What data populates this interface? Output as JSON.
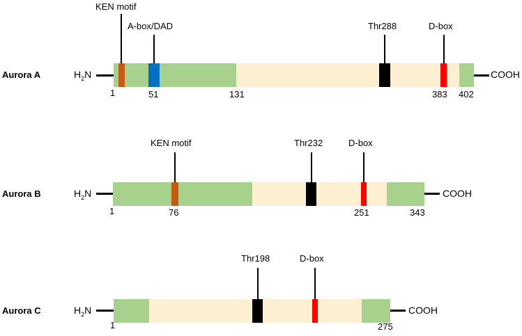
{
  "colors": {
    "terminal_region": "#a9d18e",
    "kinase_domain": "#fdf0d2",
    "ken_motif": "#c55a11",
    "abox_dad": "#0070c0",
    "thr_site": "#000000",
    "d_box": "#ff0000"
  },
  "terminals": {
    "n_main": "H",
    "n_sub": "2",
    "n_tail": "N",
    "c": "COOH"
  },
  "proteins": [
    {
      "name": "Aurora A",
      "positions": [
        "1",
        "51",
        "131",
        "383",
        "402"
      ],
      "features": [
        "KEN motif",
        "A-box/DAD",
        "Thr288",
        "D-box"
      ]
    },
    {
      "name": "Aurora B",
      "positions": [
        "1",
        "76",
        "251",
        "343"
      ],
      "features": [
        "KEN motif",
        "Thr232",
        "D-box"
      ]
    },
    {
      "name": "Aurora C",
      "positions": [
        "1",
        "275"
      ],
      "features": [
        "Thr198",
        "D-box"
      ]
    }
  ]
}
